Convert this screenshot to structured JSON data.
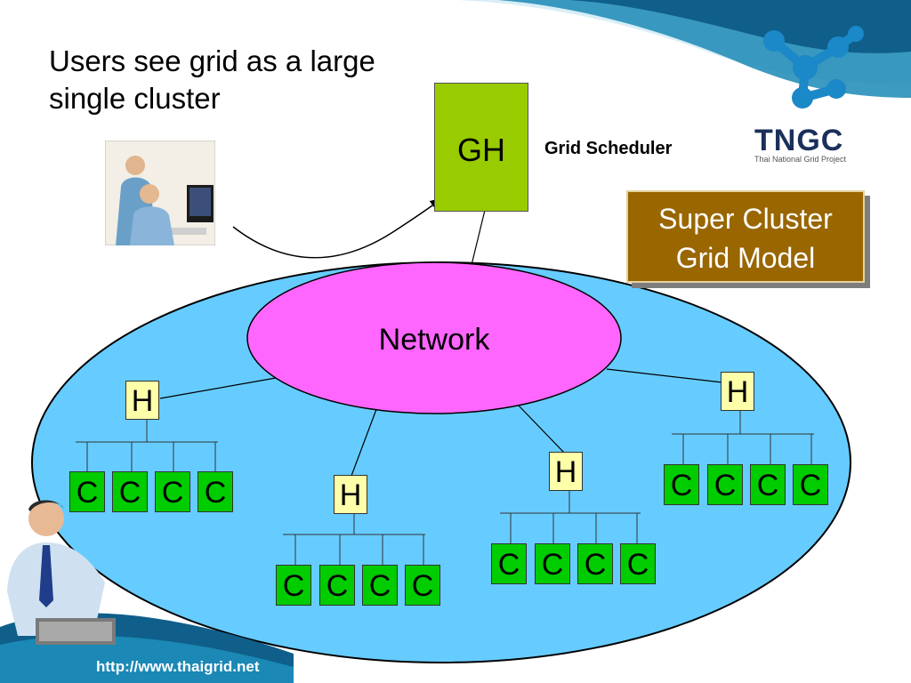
{
  "title": {
    "line1": "Users see grid as a large",
    "line2": "single cluster"
  },
  "gh_label": "GH",
  "grid_scheduler_label": "Grid Scheduler",
  "super_cluster": {
    "line1": "Super Cluster",
    "line2": "Grid Model"
  },
  "logo": {
    "name": "TNGC",
    "subtitle": "Thai National Grid Project"
  },
  "network_label": "Network",
  "head_label": "H",
  "compute_label": "C",
  "url": "http://www.thaigrid.net",
  "colors": {
    "gh": "#99cc00",
    "network": "#ff66ff",
    "grid_ellipse": "#66ccff",
    "head": "#ffffaa",
    "compute": "#00cc00",
    "super_cluster": "#996600"
  }
}
